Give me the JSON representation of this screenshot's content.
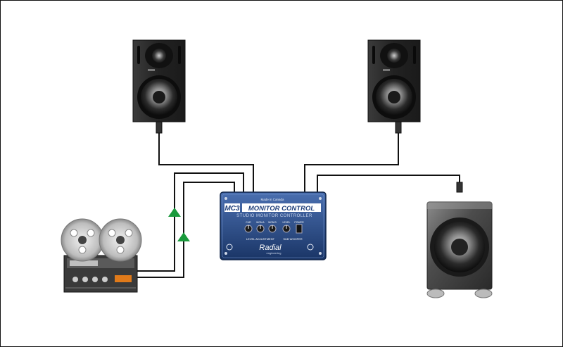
{
  "controller": {
    "model": "MC3",
    "title": "MONITOR CONTROL",
    "subtitle": "STUDIO MONITOR CONTROLLER",
    "made_in": "Made in Canada",
    "knob_labels": [
      "CUE",
      "MON A",
      "MON B",
      "LEVEL",
      "POWER"
    ],
    "section_level": "LEVEL ADJUSTMENT",
    "section_sub": "SUB WOOFER",
    "brand": "Radial",
    "brand_sub": "engineering"
  },
  "colors": {
    "cable": "#111111",
    "arrow": "#1a9a3c",
    "controller_blue": "#1f3f7a",
    "speaker_body": "#2a2a2a"
  },
  "devices": {
    "left_speaker": "speaker-icon",
    "right_speaker": "speaker-icon",
    "subwoofer": "subwoofer-icon",
    "tape_deck": "reel-to-reel-icon"
  }
}
